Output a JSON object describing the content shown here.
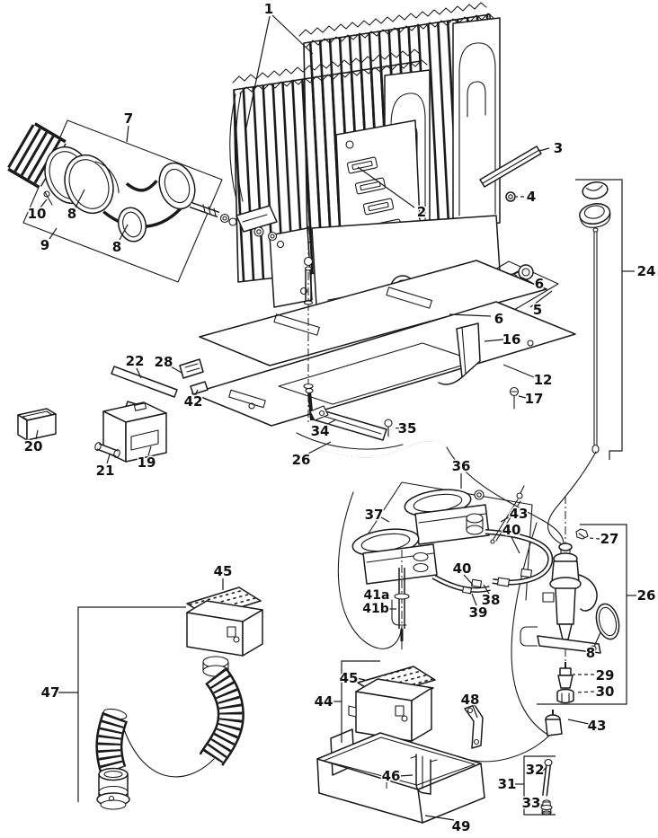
{
  "diagram": {
    "type": "exploded-parts-diagram",
    "colors": {
      "line": "#1a1a1a",
      "background": "#ffffff"
    },
    "labels": [
      {
        "id": "1",
        "text": "1"
      },
      {
        "id": "2",
        "text": "2"
      },
      {
        "id": "3",
        "text": "3"
      },
      {
        "id": "4",
        "text": "4"
      },
      {
        "id": "5",
        "text": "5"
      },
      {
        "id": "6-upper",
        "text": "6"
      },
      {
        "id": "6-lower",
        "text": "6"
      },
      {
        "id": "7",
        "text": "7"
      },
      {
        "id": "8-clamp-upper",
        "text": "8"
      },
      {
        "id": "8-clamp-lower",
        "text": "8"
      },
      {
        "id": "8-oring",
        "text": "8"
      },
      {
        "id": "9",
        "text": "9"
      },
      {
        "id": "10",
        "text": "10"
      },
      {
        "id": "12",
        "text": "12"
      },
      {
        "id": "16",
        "text": "16"
      },
      {
        "id": "17",
        "text": "17"
      },
      {
        "id": "19",
        "text": "19"
      },
      {
        "id": "20",
        "text": "20"
      },
      {
        "id": "21",
        "text": "21"
      },
      {
        "id": "22",
        "text": "22"
      },
      {
        "id": "24",
        "text": "24"
      },
      {
        "id": "26-pipe",
        "text": "26"
      },
      {
        "id": "26-valve",
        "text": "26"
      },
      {
        "id": "27",
        "text": "27"
      },
      {
        "id": "28",
        "text": "28"
      },
      {
        "id": "29",
        "text": "29"
      },
      {
        "id": "30",
        "text": "30"
      },
      {
        "id": "31",
        "text": "31"
      },
      {
        "id": "32",
        "text": "32"
      },
      {
        "id": "33",
        "text": "33"
      },
      {
        "id": "34",
        "text": "34"
      },
      {
        "id": "35",
        "text": "35"
      },
      {
        "id": "36",
        "text": "36"
      },
      {
        "id": "37",
        "text": "37"
      },
      {
        "id": "38",
        "text": "38"
      },
      {
        "id": "39",
        "text": "39"
      },
      {
        "id": "40-upper",
        "text": "40"
      },
      {
        "id": "40-lower",
        "text": "40"
      },
      {
        "id": "41a",
        "text": "41a"
      },
      {
        "id": "41b",
        "text": "41b"
      },
      {
        "id": "42",
        "text": "42"
      },
      {
        "id": "43-electrode-top",
        "text": "43"
      },
      {
        "id": "43-electrode-bottom",
        "text": "43"
      },
      {
        "id": "44",
        "text": "44"
      },
      {
        "id": "45-left",
        "text": "45"
      },
      {
        "id": "45-center",
        "text": "45"
      },
      {
        "id": "46",
        "text": "46"
      },
      {
        "id": "47",
        "text": "47"
      },
      {
        "id": "48",
        "text": "48"
      },
      {
        "id": "49",
        "text": "49"
      }
    ]
  }
}
